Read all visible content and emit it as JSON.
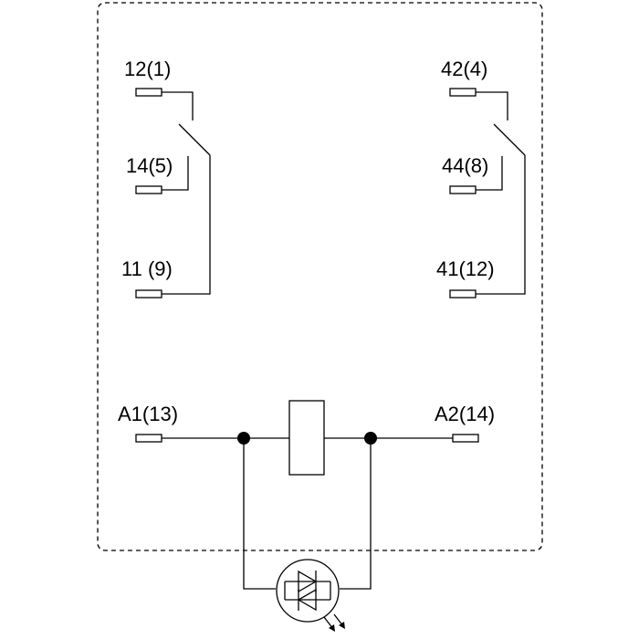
{
  "terminals": {
    "contact1_nc": "12(1)",
    "contact1_no": "14(5)",
    "contact1_com": "11 (9)",
    "contact2_nc": "42(4)",
    "contact2_no": "44(8)",
    "contact2_com": "41(12)",
    "coil_a1": "A1(13)",
    "coil_a2": "A2(14)"
  }
}
